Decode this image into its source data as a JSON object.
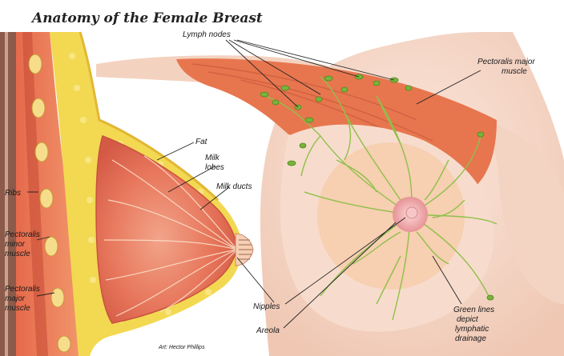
{
  "title": "Anatomy of the Female Breast",
  "labels": {
    "lymph_nodes": "Lymph nodes",
    "pectoralis_major_right": [
      "Pectoralis major",
      "muscle"
    ],
    "fat": "Fat",
    "milk_lobes": [
      "Milk",
      "lobes"
    ],
    "milk_ducts": "Milk ducts",
    "ribs": "Ribs",
    "pectoralis_minor": [
      "Pectoralis",
      "minor",
      "muscle"
    ],
    "pectoralis_major_left": [
      "Pectoralis",
      "major",
      "muscle"
    ],
    "nipples": "Nipples",
    "areola": "Areola",
    "green_lines": [
      "Green lines",
      "depict",
      "lymphatic",
      "drainage"
    ],
    "credit": "Art: Hector Phillips"
  },
  "colors": {
    "skin": "#f6dccd",
    "skin_shadow": "#ecc3ad",
    "muscle": "#e0644a",
    "muscle_dark": "#c44a34",
    "fat": "#f4dc55",
    "fat_dark": "#e5c23a",
    "lymph": "#8fc04a",
    "areola": "#f0a8a8",
    "leader_line": "#222222"
  }
}
